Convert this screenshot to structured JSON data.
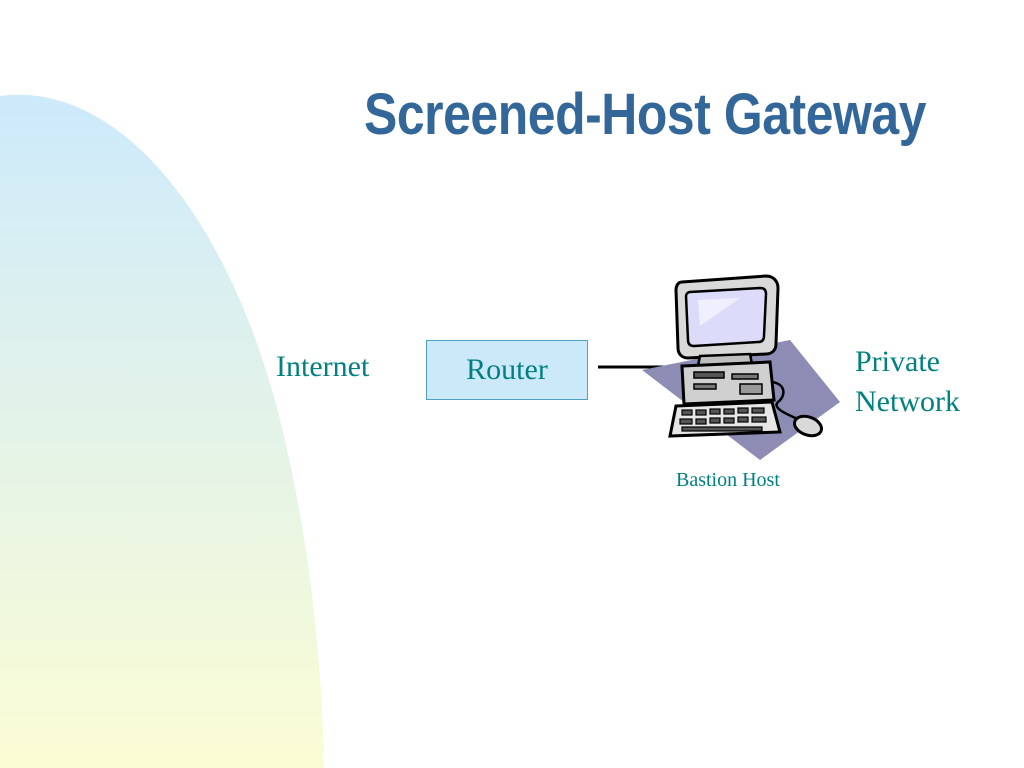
{
  "slide": {
    "title": "Screened-Host Gateway"
  },
  "diagram": {
    "internet_label": "Internet",
    "router_label": "Router",
    "private_network_line1": "Private",
    "private_network_line2": "Network",
    "bastion_host_label": "Bastion Host"
  },
  "colors": {
    "title": "#336699",
    "label_text": "#008080",
    "router_fill": "#cce9f9",
    "router_border": "#4f9fc7",
    "network_shape": "#8c8cb4",
    "swoosh_top": "#cdeafb",
    "swoosh_bottom": "#fbfcd4"
  },
  "icons": {
    "computer": "desktop-computer-icon"
  }
}
